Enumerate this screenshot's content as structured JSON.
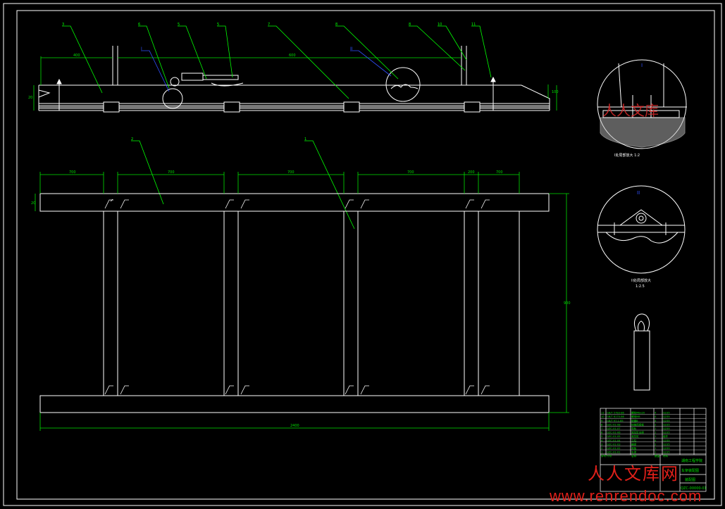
{
  "drawing": {
    "colors": {
      "background": "#000000",
      "line": "#ffffff",
      "leader": "#00ff00",
      "leader_blue": "#3050ff",
      "dim": "#00e000",
      "watermark": "#e0201a"
    },
    "balloons_top": [
      "3",
      "6",
      "5",
      "5",
      "7",
      "8",
      "8",
      "10",
      "11"
    ],
    "section_marks": [
      "I",
      "II"
    ],
    "balloons_plan": [
      "2",
      "1"
    ],
    "detail_labels": {
      "detail_i": "I",
      "detail_ii": "II",
      "caption_i": "I处局部放大 1:2",
      "caption_ii": "II处局部放大",
      "scale_ii": "1:2.5"
    },
    "dims": {
      "top_total_left": "400",
      "top_span": "600",
      "plan_bays": [
        "700",
        "700",
        "700",
        "700",
        "200",
        "700"
      ],
      "plan_height": "900",
      "plan_total": "2400",
      "top_thickness": "20",
      "right_small": "100"
    }
  },
  "title_block": {
    "rows": [
      [
        "11",
        "GB/T 5783-86",
        "螺栓M8x20",
        "4",
        "Q235"
      ],
      [
        "10",
        "GB/T 6170-86",
        "螺母M8",
        "4",
        "Q235"
      ],
      [
        "9",
        "GB/T 97.1-85",
        "垫圈8",
        "4",
        "Q235"
      ],
      [
        "8",
        "QZC-01-08",
        "铰链连接板",
        "2",
        "Q235"
      ],
      [
        "7",
        "QZC-01-07",
        "导轨",
        "1",
        "Q235"
      ],
      [
        "6",
        "QZC-01-06",
        "液压缸支座",
        "1",
        "Q235"
      ],
      [
        "5",
        "QZC-01-05",
        "液压缸",
        "1",
        "组件"
      ],
      [
        "4",
        "QZC-01-04",
        "立柱",
        "4",
        "Q235"
      ],
      [
        "3",
        "QZC-01-03",
        "横梁",
        "2",
        "Q235"
      ],
      [
        "2",
        "QZC-01-02",
        "底板",
        "1",
        "Q235"
      ],
      [
        "1",
        "QZC-01-01",
        "车架",
        "1",
        "Q235"
      ]
    ],
    "header": [
      "序号",
      "代号",
      "名称",
      "数量",
      "材料"
    ],
    "school": "湖南工程学院",
    "title": "车架装配图",
    "subtitle": "装配图",
    "drawing_no": "QZC-00000-01"
  },
  "watermark": {
    "chinese": "人人文库网",
    "url": "www.renrendoc.com",
    "stamp": "人人文库"
  }
}
